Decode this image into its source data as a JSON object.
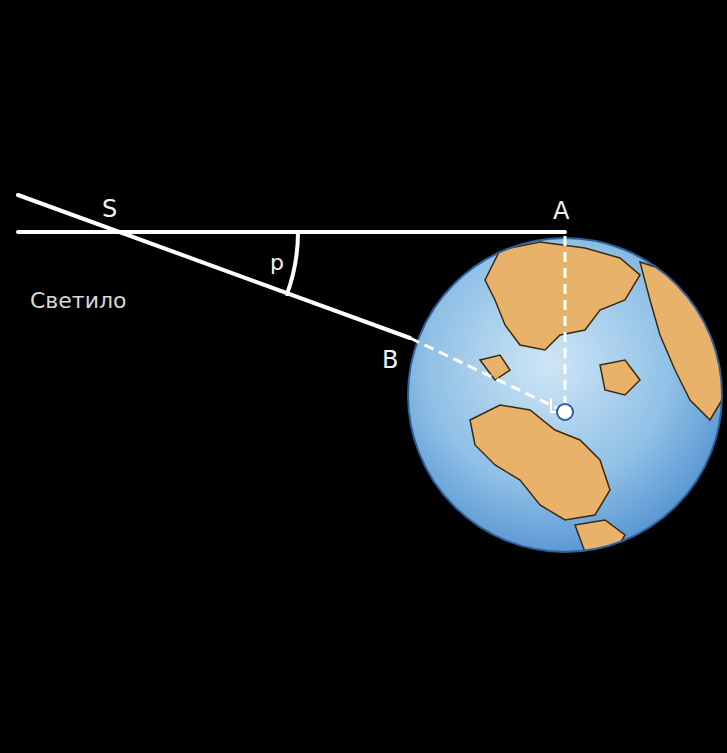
{
  "diagram": {
    "labels": [
      "S",
      "A",
      "B",
      "p",
      "Светило"
    ]
  }
}
